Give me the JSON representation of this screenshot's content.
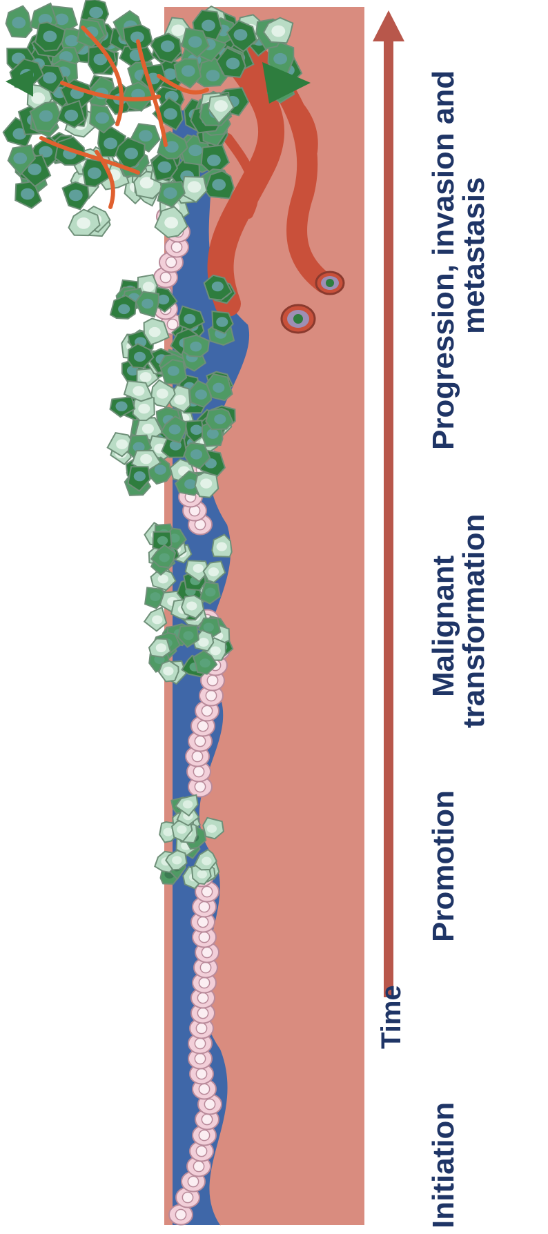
{
  "figure": {
    "time_label": "Time",
    "stages": [
      {
        "lines": [
          "Initiation"
        ]
      },
      {
        "lines": [
          "Promotion"
        ]
      },
      {
        "lines": [
          "Malignant",
          "transformation"
        ]
      },
      {
        "lines": [
          "Progression, invasion and",
          "metastasis"
        ]
      }
    ],
    "colors": {
      "stroma": "#d98c7f",
      "basement_membrane": "#3f67a8",
      "normal_cell": "#f2cfd9",
      "early_cell": "#b9dcc5",
      "tumor_cell": "#2e7d3e",
      "tumor_cell_mid": "#4f9a64",
      "vessel": "#c9503a",
      "arrow": "#b8574b",
      "text": "#1f3566"
    }
  }
}
